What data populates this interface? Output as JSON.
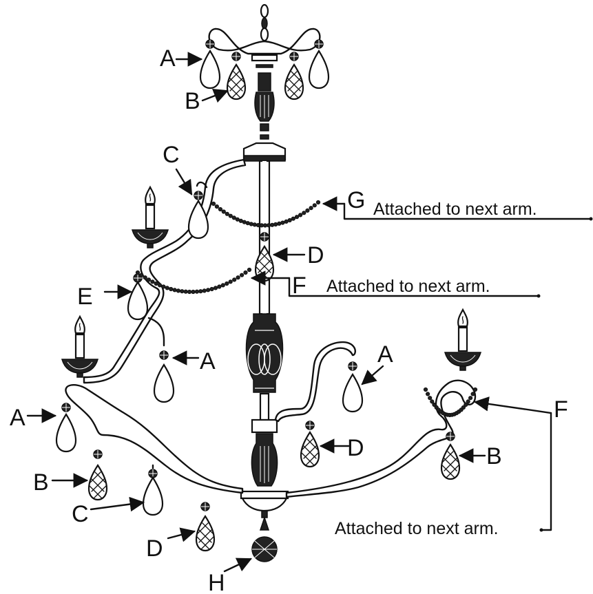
{
  "labels": {
    "A": "A",
    "B": "B",
    "C": "C",
    "D": "D",
    "E": "E",
    "F": "F",
    "G": "G",
    "H": "H"
  },
  "notes": {
    "attached_to_next_arm": "Attached to next arm."
  }
}
